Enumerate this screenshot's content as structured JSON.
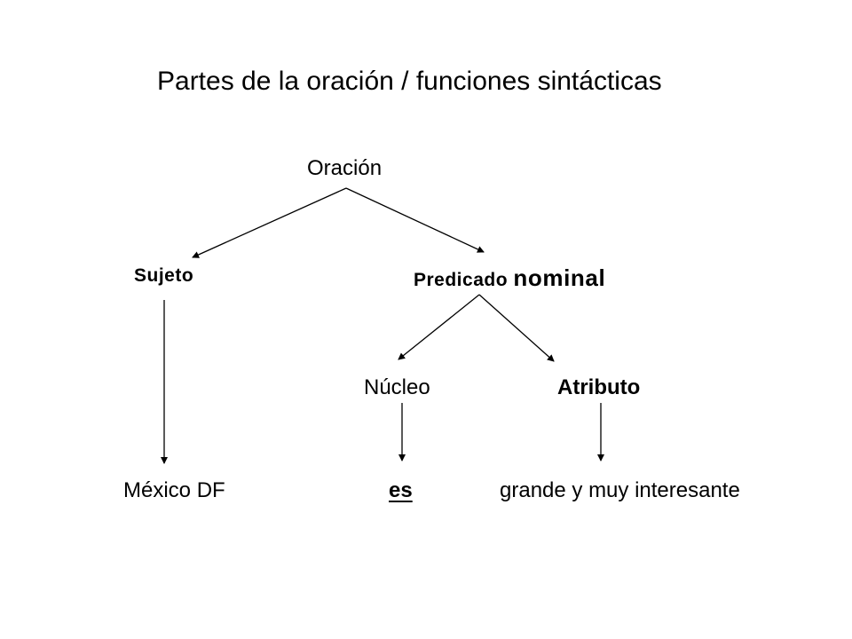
{
  "title": "Partes de la oración / funciones sintácticas",
  "tree": {
    "root": "Oración",
    "subject": "Sujeto",
    "predicate_prefix": "Predicado",
    "predicate_suffix": "nominal",
    "nucleus": "Núcleo",
    "attribute": "Atributo"
  },
  "sentence": {
    "subject_words": "México DF",
    "verb": "es",
    "attribute_words": "grande y muy interesante"
  },
  "colors": {
    "text": "#000000",
    "lines": "#000000",
    "background": "#ffffff"
  }
}
